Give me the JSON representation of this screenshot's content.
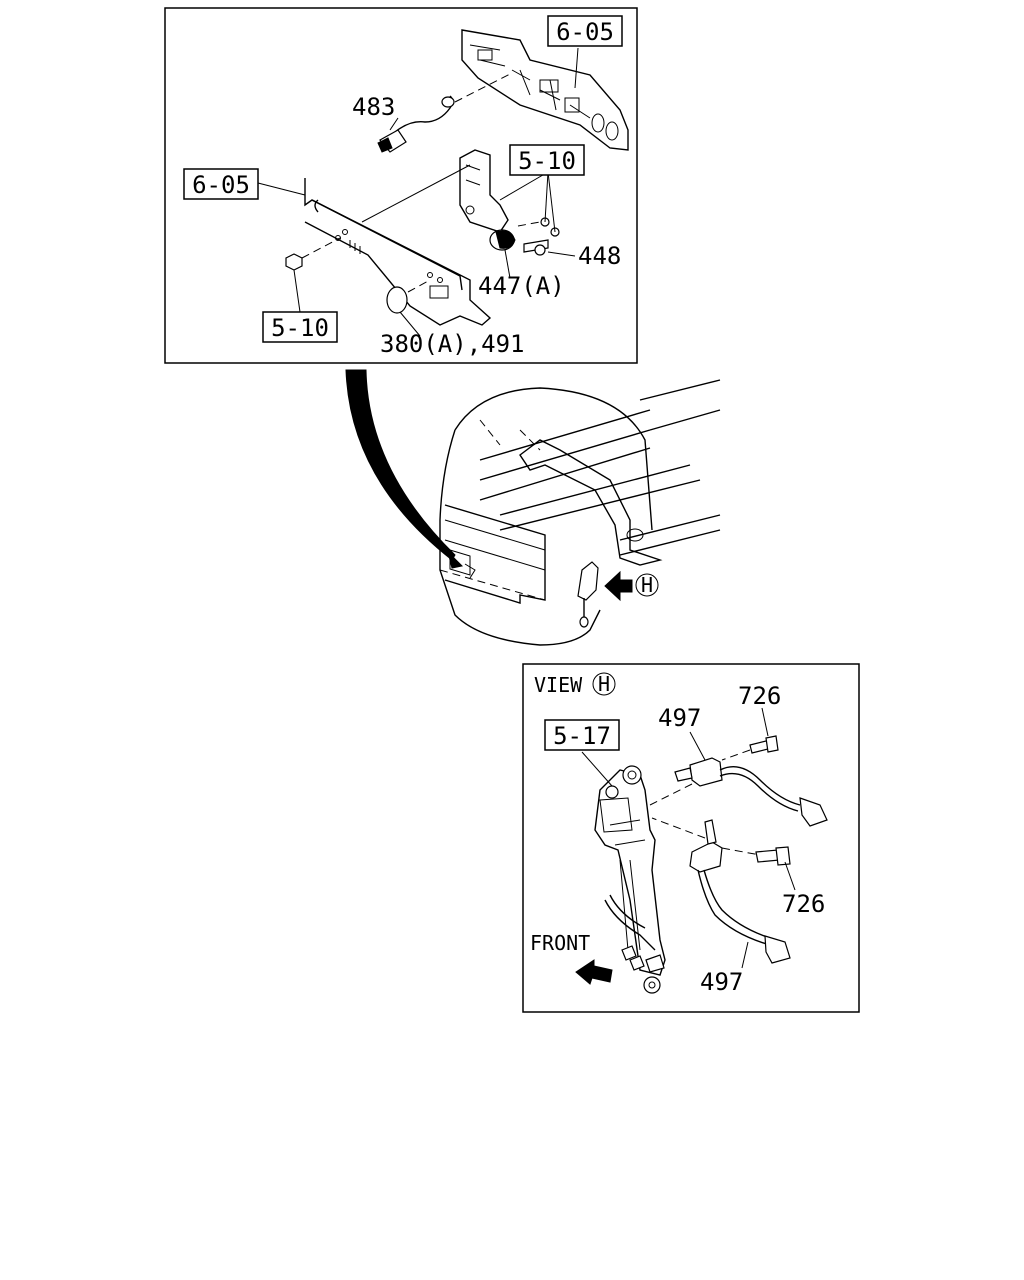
{
  "top_panel": {
    "refs": {
      "ref_605_top": "6-05",
      "ref_605_left": "6-05",
      "ref_510_upper": "5-10",
      "ref_510_lower": "5-10"
    },
    "parts": {
      "p483": "483",
      "p448": "448",
      "p447a": "447(A)",
      "p380": "380(A),491"
    }
  },
  "view_panel": {
    "view_label": "VIEW",
    "view_letter": "H",
    "ref_517": "5-17",
    "front_label": "FRONT",
    "parts": {
      "p497_top": "497",
      "p726_top": "726",
      "p726_bottom": "726",
      "p497_bottom": "497"
    }
  },
  "cab_view": {
    "view_marker": "H"
  }
}
